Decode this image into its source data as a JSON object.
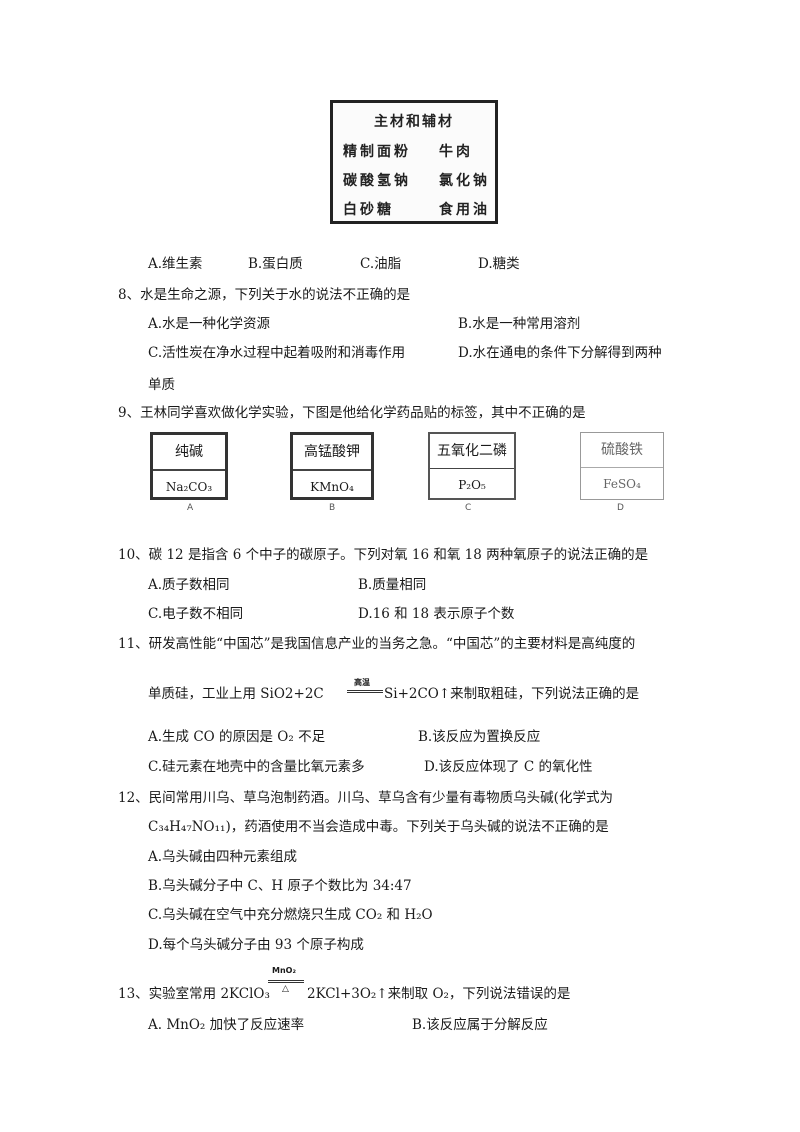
{
  "ingredients": {
    "title": "主材和辅材",
    "items": [
      "精制面粉",
      "牛肉",
      "碳酸氢钠",
      "氯化钠",
      "白砂糖",
      "食用油"
    ]
  },
  "q7": {
    "options": [
      "A.维生素",
      "B.蛋白质",
      "C.油脂",
      "D.糖类"
    ]
  },
  "q8": {
    "stem": "8、水是生命之源，下列关于水的说法不正确的是",
    "options": [
      "A.水是一种化学资源",
      "B.水是一种常用溶剂",
      "C.活性炭在净水过程中起着吸附和消毒作用",
      "D.水在通电的条件下分解得到两种"
    ],
    "cont": "单质"
  },
  "q9": {
    "stem": "9、王林同学喜欢做化学实验，下图是他给化学药品贴的标签，其中不正确的是",
    "labels": [
      {
        "name": "纯碱",
        "formula": "Na₂CO₃",
        "letter": "A"
      },
      {
        "name": "高锰酸钾",
        "formula": "KMnO₄",
        "letter": "B"
      },
      {
        "name": "五氧化二磷",
        "formula": "P₂O₅",
        "letter": "C"
      },
      {
        "name": "硫酸铁",
        "formula": "FeSO₄",
        "letter": "D"
      }
    ]
  },
  "q10": {
    "stem": "10、碳 12 是指含 6 个中子的碳原子。下列对氧 16 和氧 18 两种氧原子的说法正确的是",
    "options": [
      "A.质子数相同",
      "B.质量相同",
      "C.电子数不相同",
      "D.16 和 18 表示原子个数"
    ]
  },
  "q11": {
    "stem": "11、研发高性能“中国芯”是我国信息产业的当务之急。“中国芯”的主要材料是高纯度的",
    "eq_pre": "单质硅，工业上用 SiO2+2C",
    "eq_cond": "高温",
    "eq_post": "Si+2CO↑来制取粗硅，下列说法正确的是",
    "optA": "A.生成 CO 的原因是 O₂ 不足",
    "optB": "B.该反应为置换反应",
    "optC": "C.硅元素在地壳中的含量比氧元素多",
    "optD": "D.该反应体现了 C 的氧化性"
  },
  "q12": {
    "stem": "12、民间常用川乌、草乌泡制药酒。川乌、草乌含有少量有毒物质乌头碱(化学式为",
    "line2": "C₃₄H₄₇NO₁₁)，药酒使用不当会造成中毒。下列关于乌头碱的说法不正确的是",
    "options": [
      "A.乌头碱由四种元素组成",
      "B.乌头碱分子中 C、H 原子个数比为 34:47",
      "C.乌头碱在空气中充分燃烧只生成 CO₂ 和 H₂O",
      "D.每个乌头碱分子由 93 个原子构成"
    ]
  },
  "q13": {
    "stem_pre": "13、实验室常用 2KClO₃",
    "cond_top": "MnO₂",
    "cond_bot": "△",
    "stem_post": "2KCl+3O₂↑来制取 O₂，下列说法错误的是",
    "optA": "A. MnO₂ 加快了反应速率",
    "optB": "B.该反应属于分解反应"
  }
}
